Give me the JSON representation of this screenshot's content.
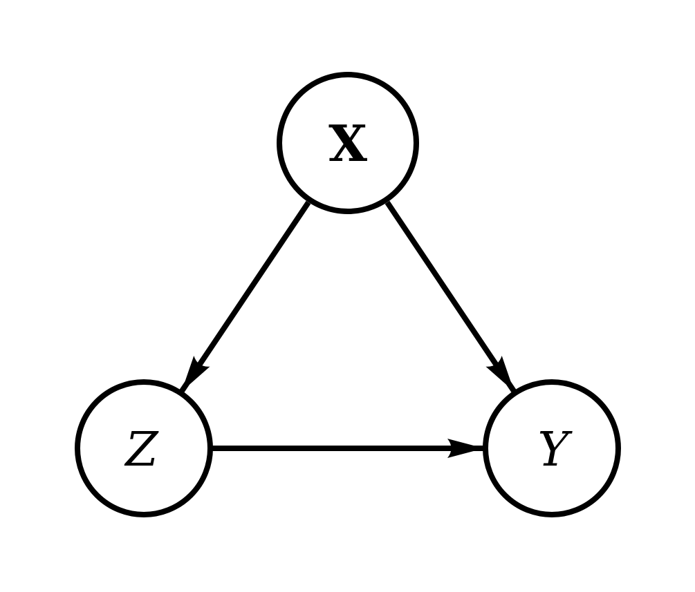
{
  "page": {
    "background_color": "#ffffff",
    "stroke_color": "#000000"
  },
  "diagram": {
    "type": "directed-graph",
    "description": "Three-node directed acyclic graph (causal diagram)",
    "node_fill": "#ffffff",
    "node_stroke": "#000000",
    "nodes": [
      {
        "id": "X",
        "label": "X",
        "font_style": "bold-upright",
        "position": "top-center"
      },
      {
        "id": "Z",
        "label": "Z",
        "font_style": "italic",
        "position": "bottom-left"
      },
      {
        "id": "Y",
        "label": "Y",
        "font_style": "italic",
        "position": "bottom-right"
      }
    ],
    "edges": [
      {
        "from": "X",
        "to": "Z",
        "directed": true,
        "arrowhead": "solid-triangle"
      },
      {
        "from": "X",
        "to": "Y",
        "directed": true,
        "arrowhead": "solid-triangle"
      },
      {
        "from": "Z",
        "to": "Y",
        "directed": true,
        "arrowhead": "solid-triangle"
      }
    ]
  }
}
